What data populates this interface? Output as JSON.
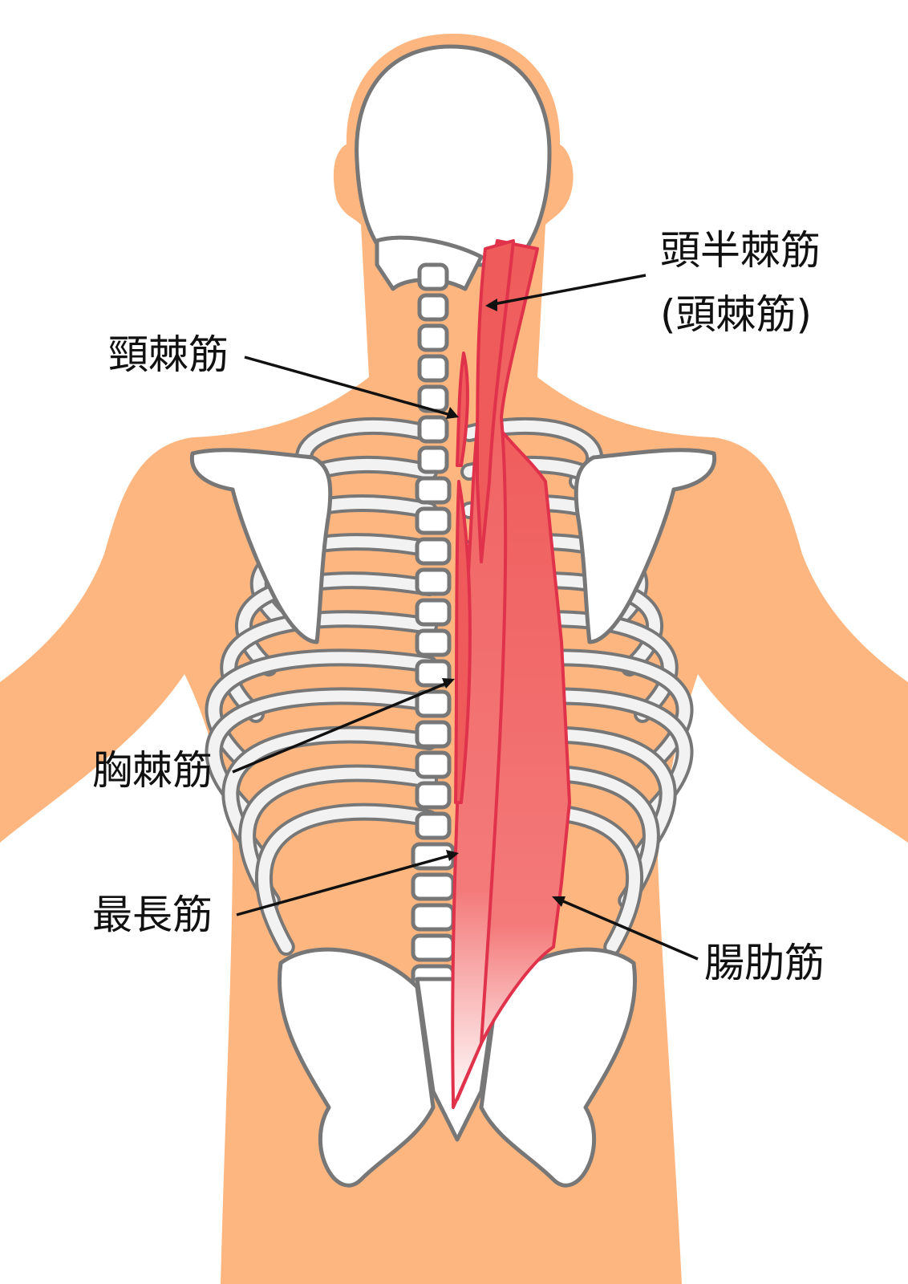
{
  "title": "Erector spinae muscles diagram",
  "colors": {
    "skin": "#FDB67F",
    "muscle": "#EF5B5B",
    "muscle_outline": "#E0324A",
    "bone_outline": "#777777"
  },
  "labels": {
    "semispinalis_capitis": "頭半棘筋",
    "spinalis_capitis": "(頭棘筋)",
    "spinalis_cervicis": "頸棘筋",
    "spinalis_thoracis": "胸棘筋",
    "longissimus": "最長筋",
    "iliocostalis": "腸肋筋"
  }
}
